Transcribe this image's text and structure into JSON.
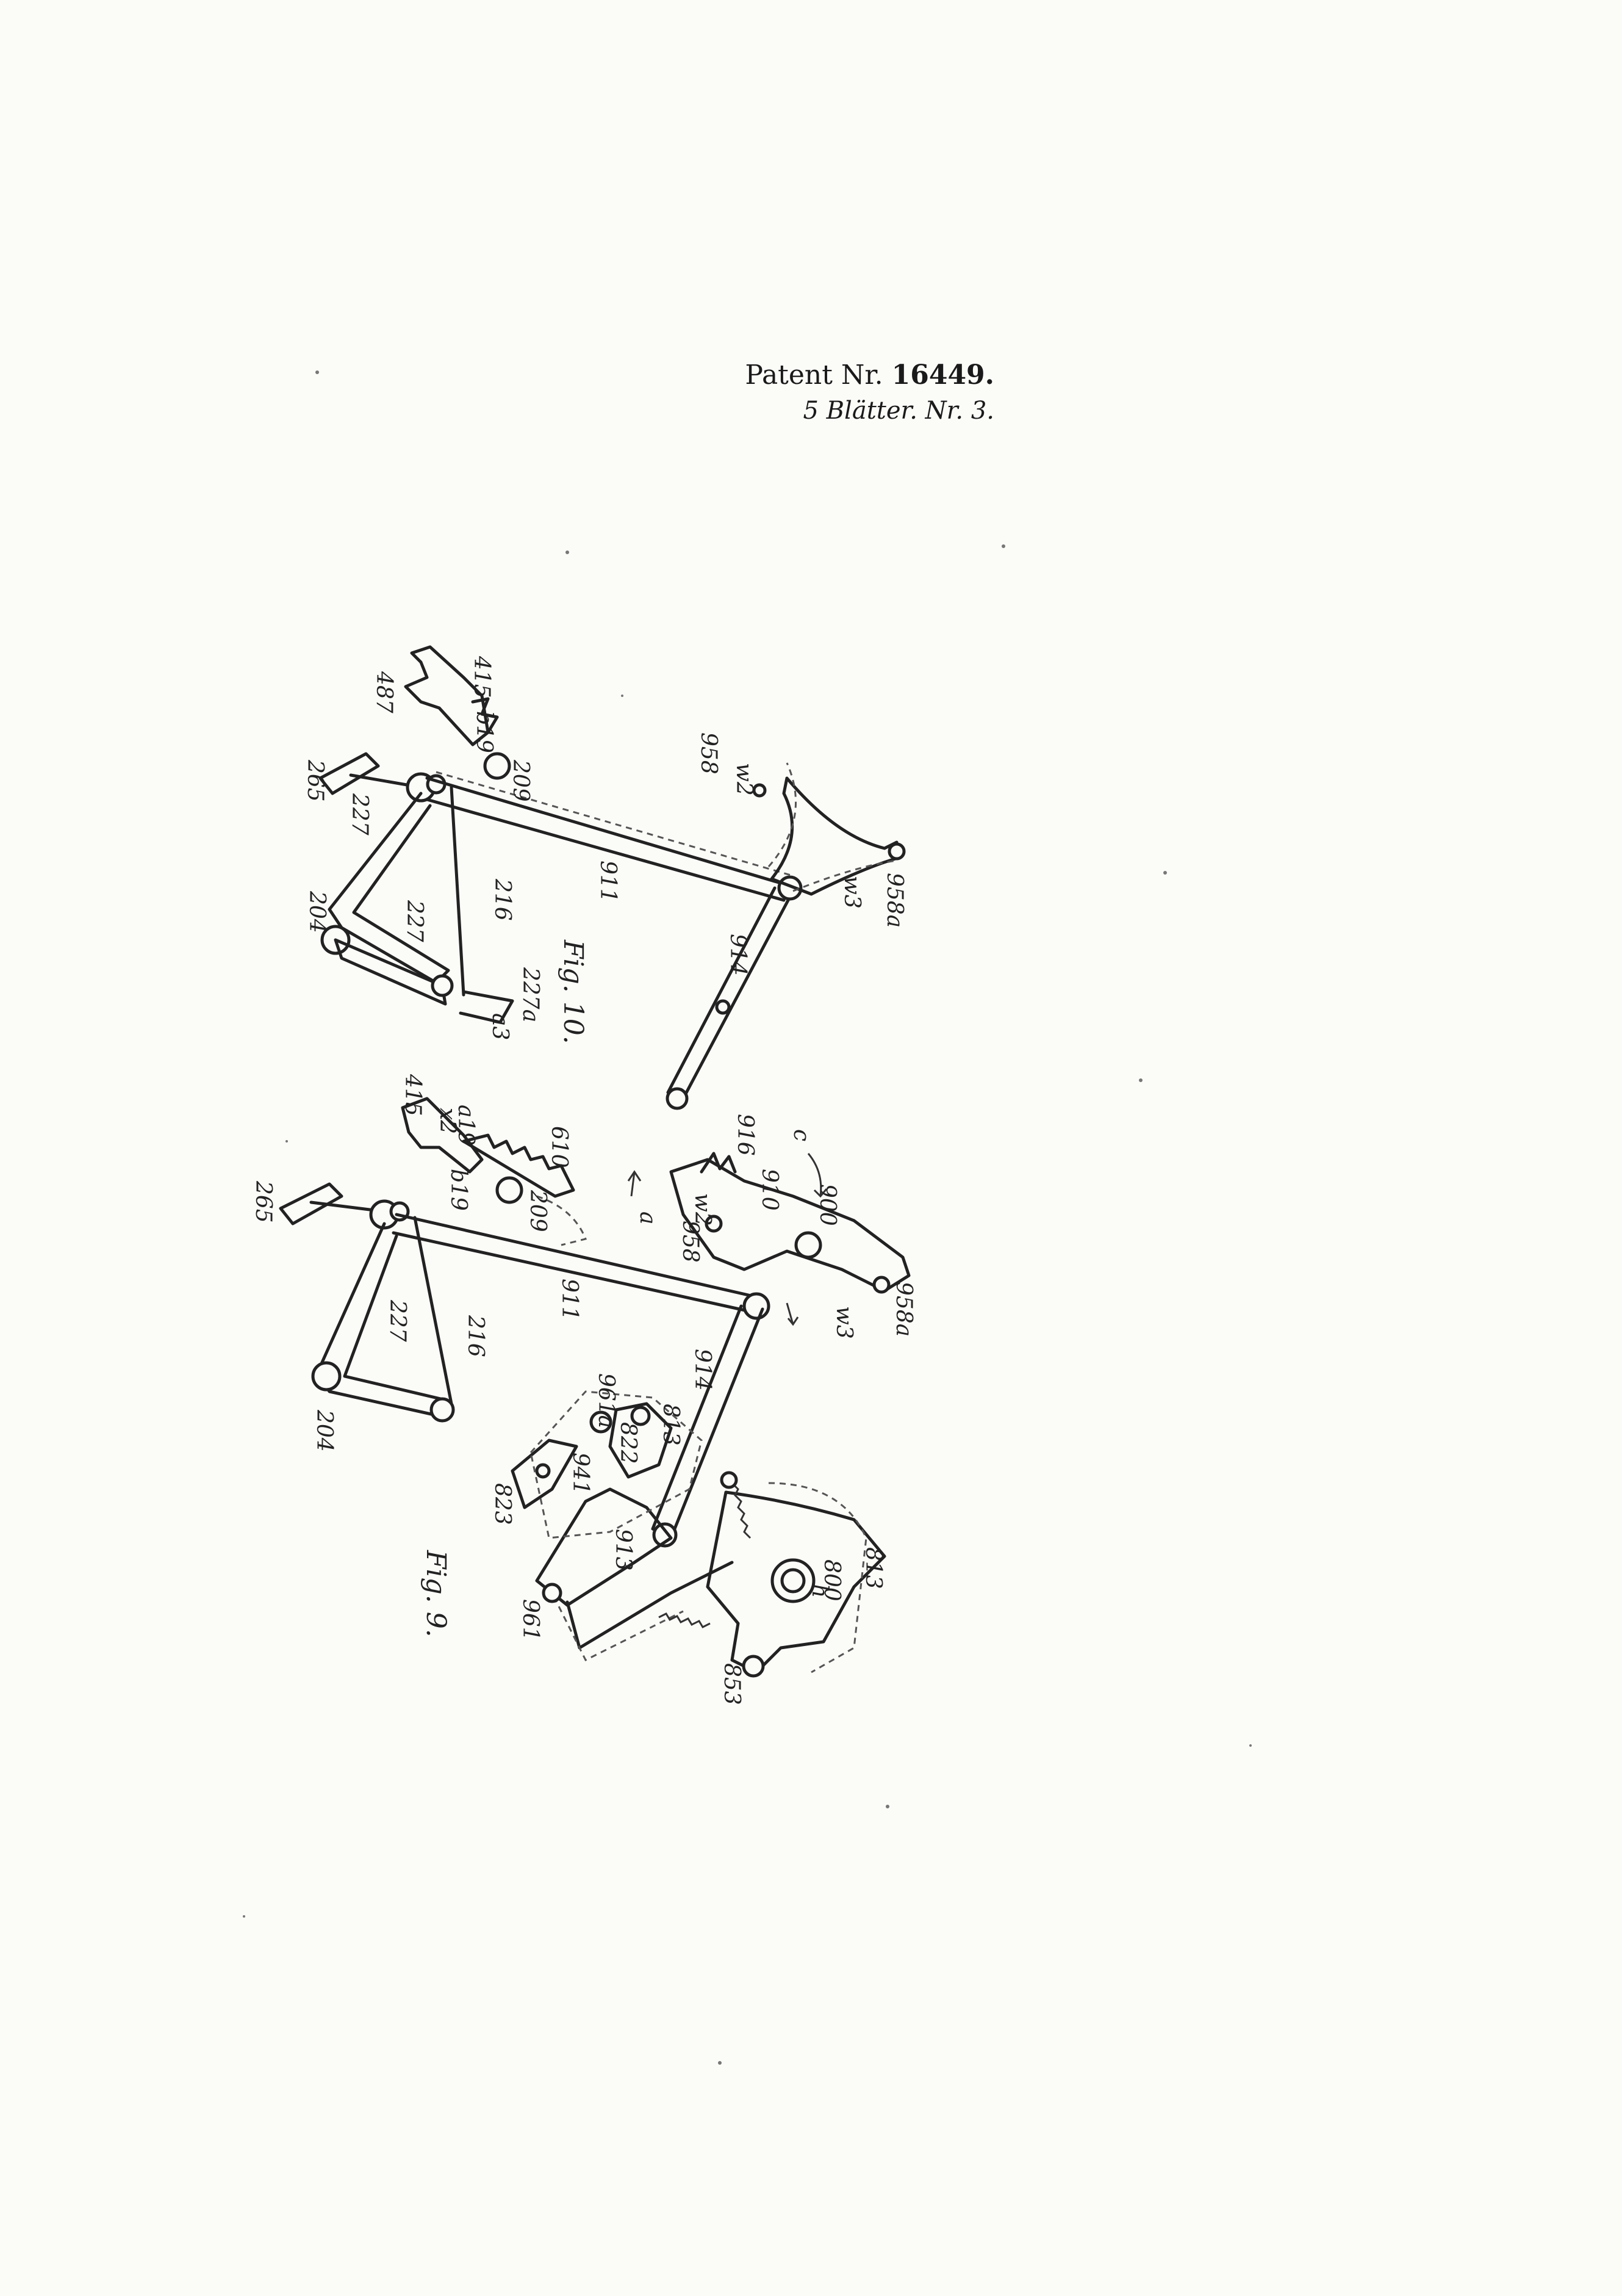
{
  "header": {
    "patent_prefix": "Patent Nr.",
    "patent_number": "16449.",
    "sheets": "5 Blätter. Nr. 3."
  },
  "figures": [
    {
      "label": "Fig. 10.",
      "parts": [
        "265",
        "227",
        "204",
        "227",
        "216",
        "227a",
        "a3",
        "487",
        "415",
        "b19",
        "209",
        "911",
        "914",
        "958",
        "w2",
        "w3",
        "958a"
      ]
    },
    {
      "label": "Fig. 9.",
      "parts": [
        "265",
        "204",
        "227",
        "216",
        "415",
        "x2",
        "a19",
        "610",
        "b19",
        "209",
        "911",
        "958",
        "w2",
        "916",
        "a",
        "c",
        "910",
        "900",
        "w3",
        "958a",
        "914",
        "961a",
        "823",
        "941",
        "822",
        "813",
        "913",
        "961",
        "800",
        "h",
        "813",
        "853"
      ]
    }
  ]
}
